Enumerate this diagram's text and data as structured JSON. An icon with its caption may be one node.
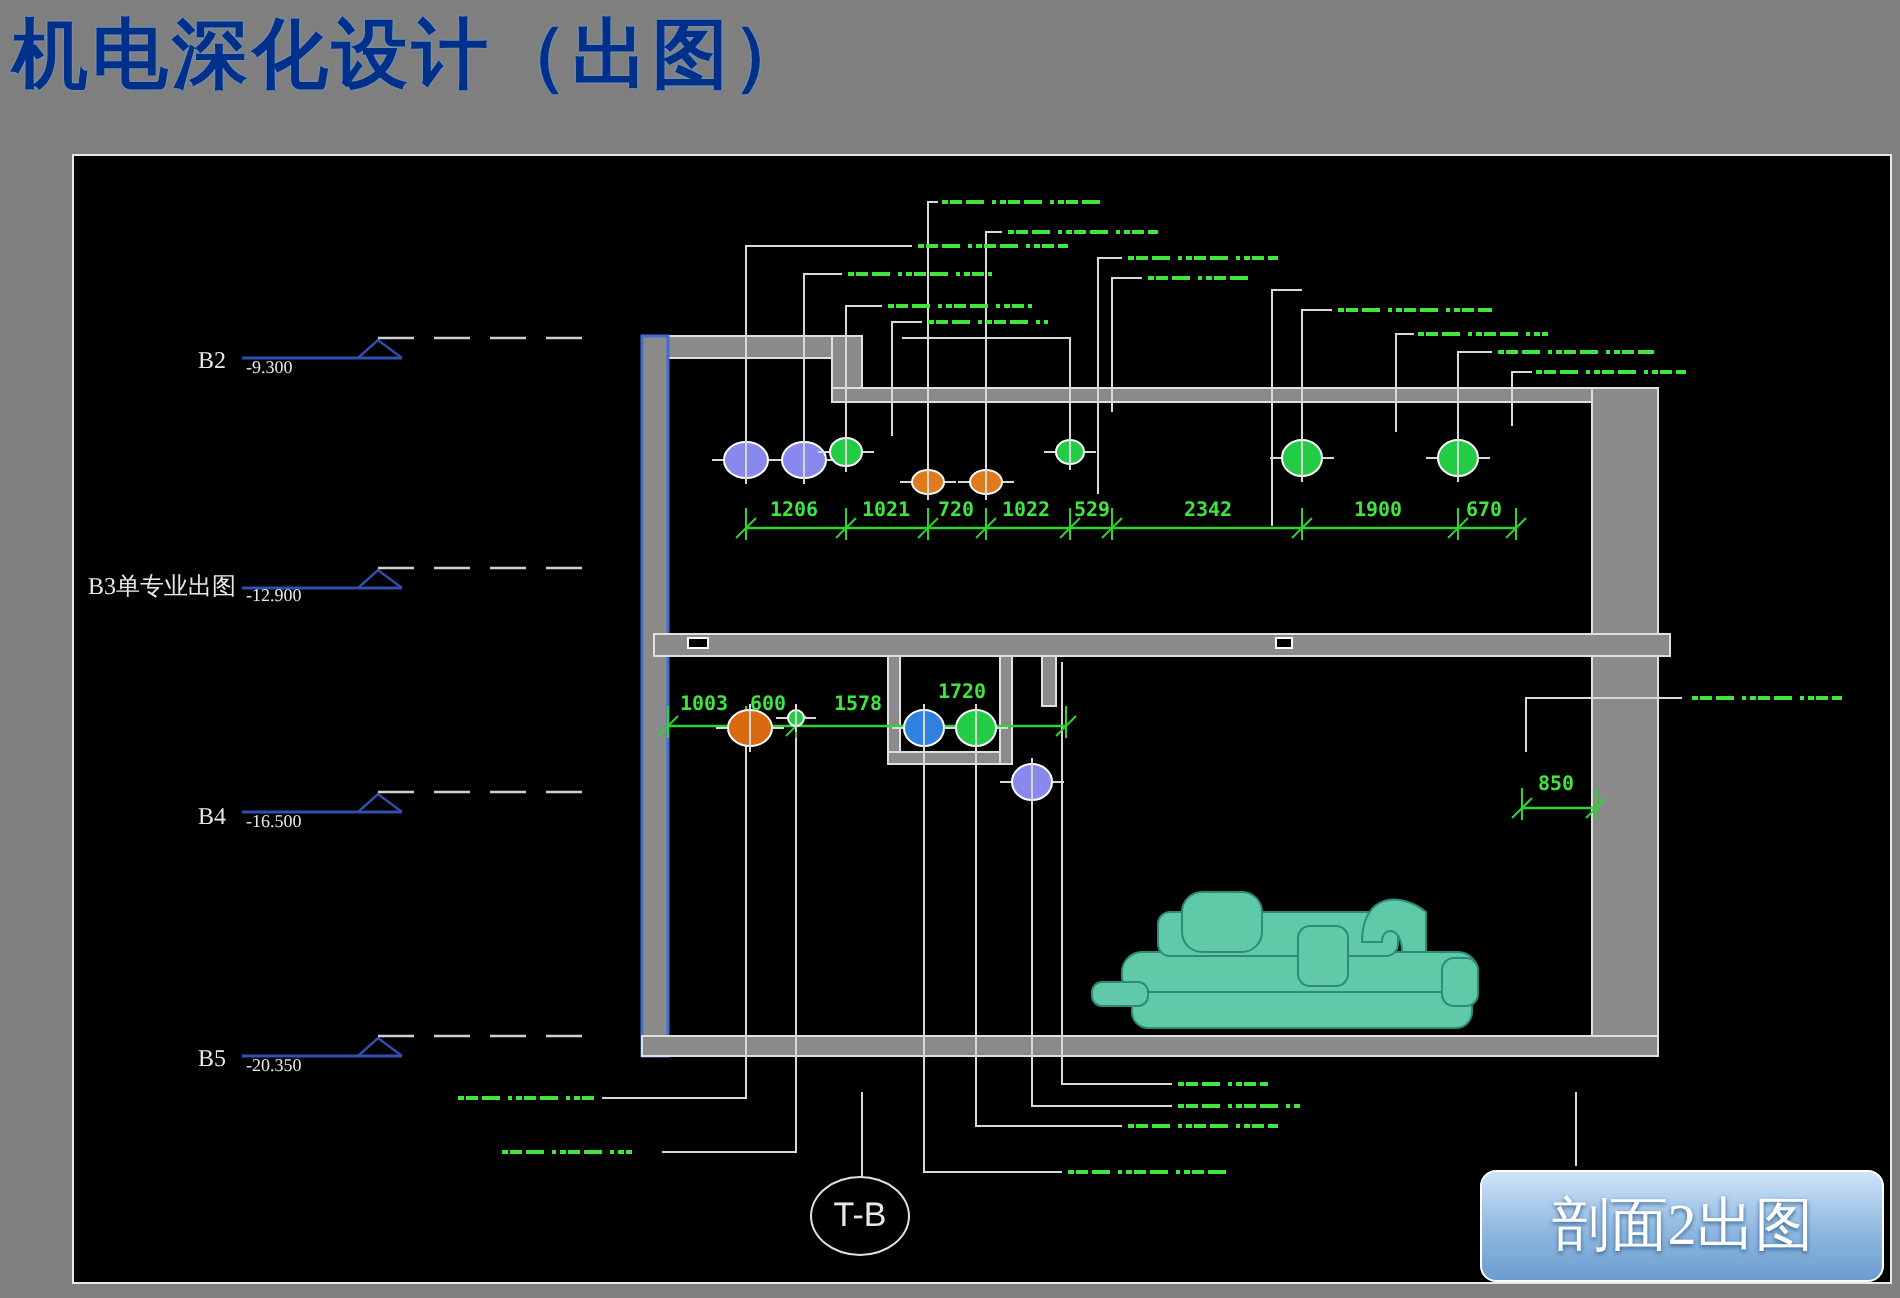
{
  "diagram": {
    "title": "机电深化设计（出图）",
    "nodes": [
      {
        "text": [
          "T-B"
        ]
      },
      {
        "text": [
          "剖面2出图"
        ]
      }
    ],
    "labels": [
      "B2",
      "-9.300",
      "1206",
      "1021",
      "720",
      "1022",
      "529",
      "2342",
      "1900",
      "670",
      "B3单专业出图",
      "-12.900",
      "1003",
      "600",
      "1578",
      "1720",
      "B4",
      "-16.500",
      "850",
      "B5",
      "-20.350"
    ]
  }
}
